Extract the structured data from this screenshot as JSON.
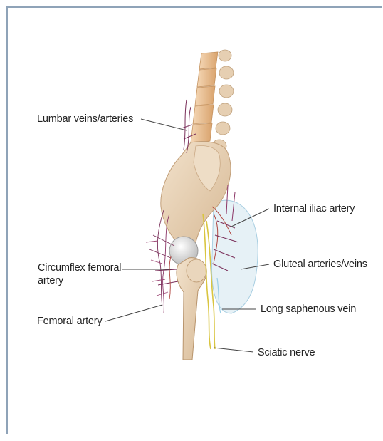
{
  "labels": {
    "lumbar": "Lumbar veins/arteries",
    "internal_iliac": "Internal iliac artery",
    "gluteal": "Gluteal arteries/veins",
    "circumflex": "Circumflex femoral\nartery",
    "long_saphenous": "Long saphenous vein",
    "femoral": "Femoral artery",
    "sciatic": "Sciatic nerve"
  },
  "colors": {
    "bone": "#e9d3b8",
    "bone_shadow": "#c9ab8a",
    "vertebra": "#e8b988",
    "vessel": "#7a2f5a",
    "artery": "#b0443e",
    "nerve": "#d9c540",
    "muscle_outline": "#b8d8e8",
    "frame": "#8fa3b8"
  }
}
